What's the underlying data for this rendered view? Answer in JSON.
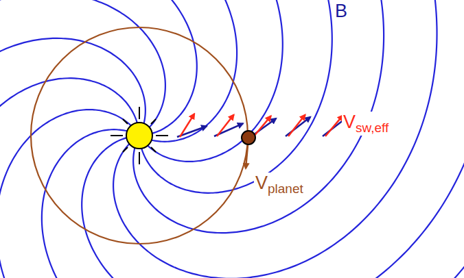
{
  "diagram": {
    "labels": [
      "B",
      "Vplanet",
      "Vsw,eff"
    ]
  }
}
